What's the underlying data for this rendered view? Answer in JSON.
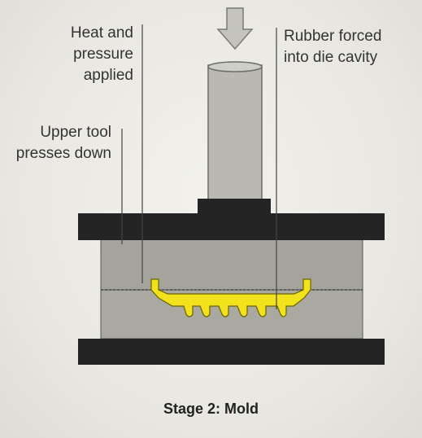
{
  "labels": {
    "heat_pressure": "Heat and\npressure\napplied",
    "upper_tool": "Upper tool\npresses down",
    "rubber_forced": "Rubber forced\ninto die cavity"
  },
  "caption": "Stage 2: Mold",
  "colors": {
    "press_dark": "#242424",
    "die_grey": "#a4a49c",
    "plunger_grey": "#b9b8b2",
    "rubber_yellow": "#f2e21c",
    "arrow_grey": "#c4c3bd",
    "leader_line": "#444444"
  }
}
